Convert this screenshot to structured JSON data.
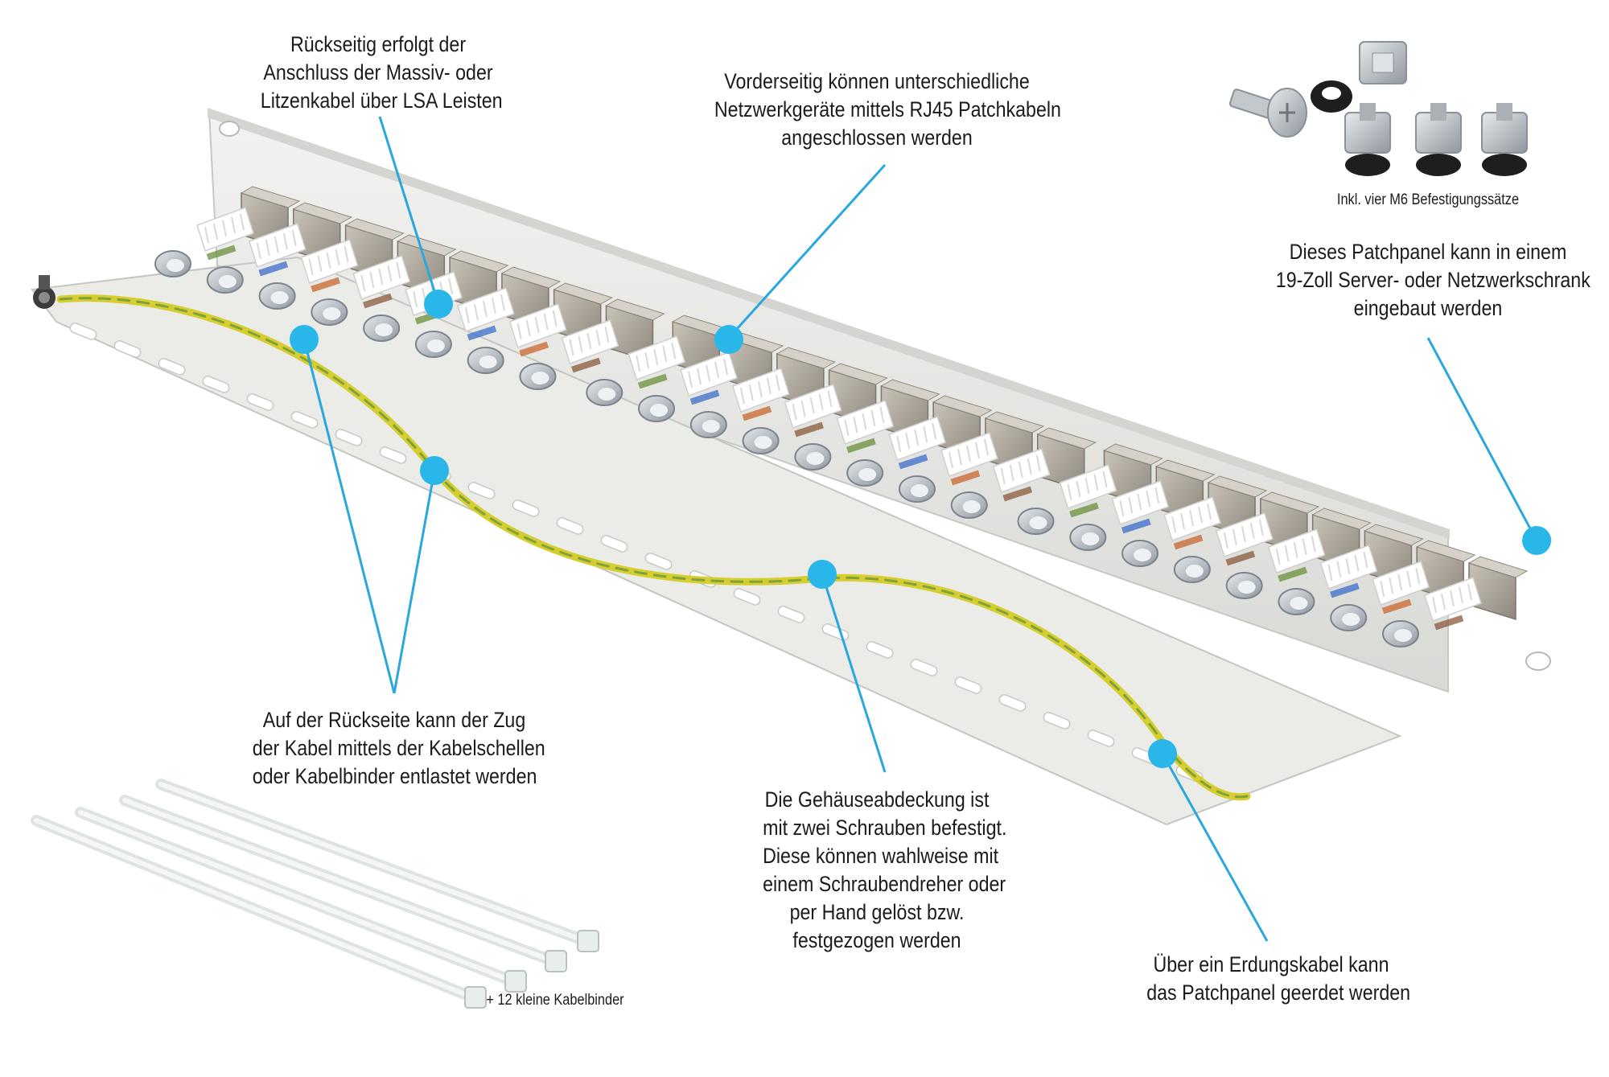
{
  "colors": {
    "panel": "#e9e9e7",
    "panel_edge": "#c9c9c6",
    "callout_dot": "#29b6e8",
    "callout_line": "#2aa7dc",
    "ground_cable_yellow": "#d8cf33",
    "ground_cable_green": "#8aa63a",
    "lsa_block": "#ffffff",
    "port_metal": "#a9a39a",
    "clamp_metal": "#b8bec4"
  },
  "annotations": {
    "lsa": {
      "lines": [
        "Rückseitig erfolgt der",
        "Anschluss der Massiv- oder",
        "Litzenkabel über LSA Leisten"
      ]
    },
    "front": {
      "lines": [
        "Vorderseitig können unterschiedliche",
        "Netzwerkgeräte mittels RJ45 Patchkabeln",
        "angeschlossen werden"
      ]
    },
    "mounting_kit": {
      "lines": [
        "Inkl. vier M6 Befestigungssätze"
      ]
    },
    "rack": {
      "lines": [
        "Dieses Patchpanel kann in einem",
        "19-Zoll Server- oder Netzwerkschrank",
        "eingebaut werden"
      ]
    },
    "strain_relief": {
      "lines": [
        "Auf der Rückseite kann der Zug",
        "der Kabel mittels der Kabelschellen",
        "oder Kabelbinder entlastet werden"
      ]
    },
    "cover": {
      "lines": [
        "Die Gehäuseabdeckung ist",
        "mit zwei Schrauben befestigt.",
        "Diese können wahlweise mit",
        "einem Schraubendreher oder",
        "per Hand gelöst bzw.",
        "festgezogen werden"
      ]
    },
    "ground": {
      "lines": [
        "Über ein Erdungskabel kann",
        "das Patchpanel geerdet werden"
      ]
    },
    "cable_ties": {
      "lines": [
        "+ 12 kleine Kabelbinder"
      ]
    }
  }
}
